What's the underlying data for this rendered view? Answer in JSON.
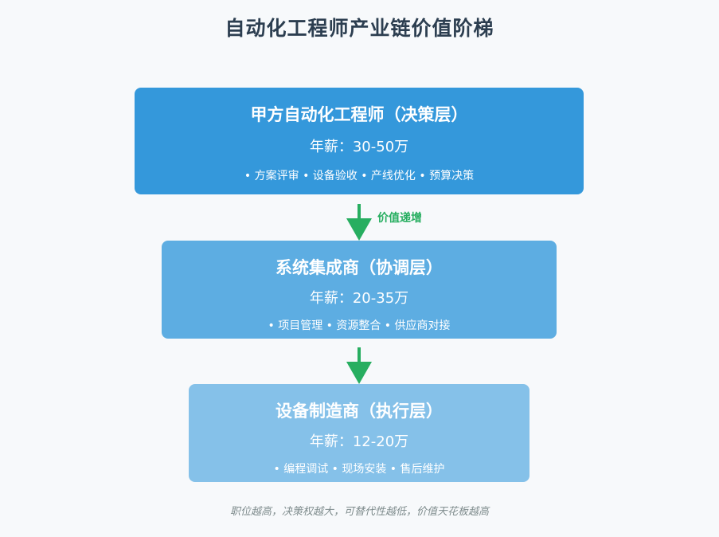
{
  "title": "自动化工程师产业链价值阶梯",
  "tiers": [
    {
      "title": "甲方自动化工程师（决策层）",
      "salary": "年薪：30-50万",
      "tags": "• 方案评审 • 设备验收 • 产线优化 • 预算决策",
      "color": "#3498db"
    },
    {
      "title": "系统集成商（协调层）",
      "salary": "年薪：20-35万",
      "tags": "• 项目管理 • 资源整合 • 供应商对接",
      "color": "#5dade2"
    },
    {
      "title": "设备制造商（执行层）",
      "salary": "年薪：12-20万",
      "tags": "• 编程调试 • 现场安装 • 售后维护",
      "color": "#85c1e9"
    }
  ],
  "arrow_label": "价值递增",
  "arrow_color": "#27ae60",
  "footnote": "职位越高，决策权越大，可替代性越低，价值天花板越高"
}
